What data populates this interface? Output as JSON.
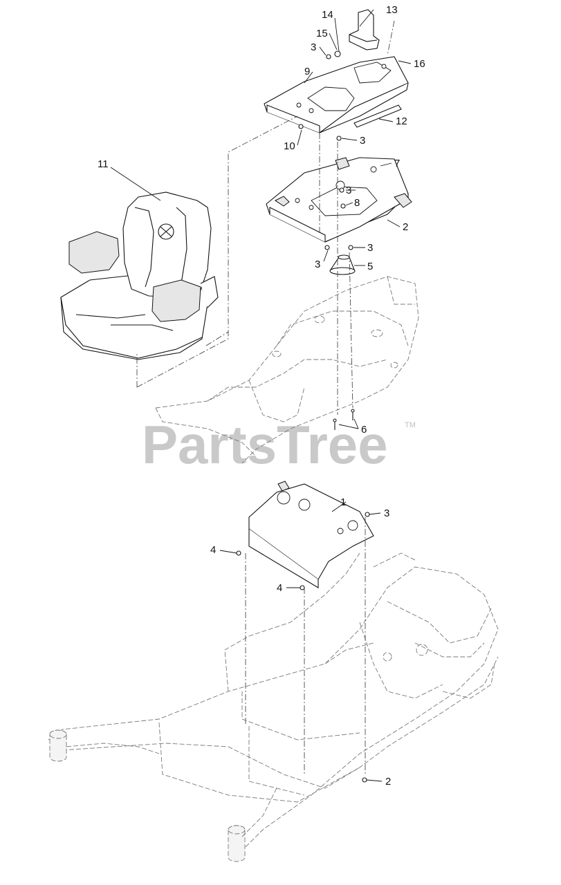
{
  "watermark": {
    "text": "PartsTree",
    "trademark": "TM"
  },
  "callouts": [
    "13",
    "14",
    "15",
    "3",
    "16",
    "9",
    "12",
    "10",
    "3",
    "11",
    "7",
    "3",
    "8",
    "2",
    "3",
    "3",
    "5",
    "6",
    "1",
    "3",
    "4",
    "4",
    "2"
  ]
}
